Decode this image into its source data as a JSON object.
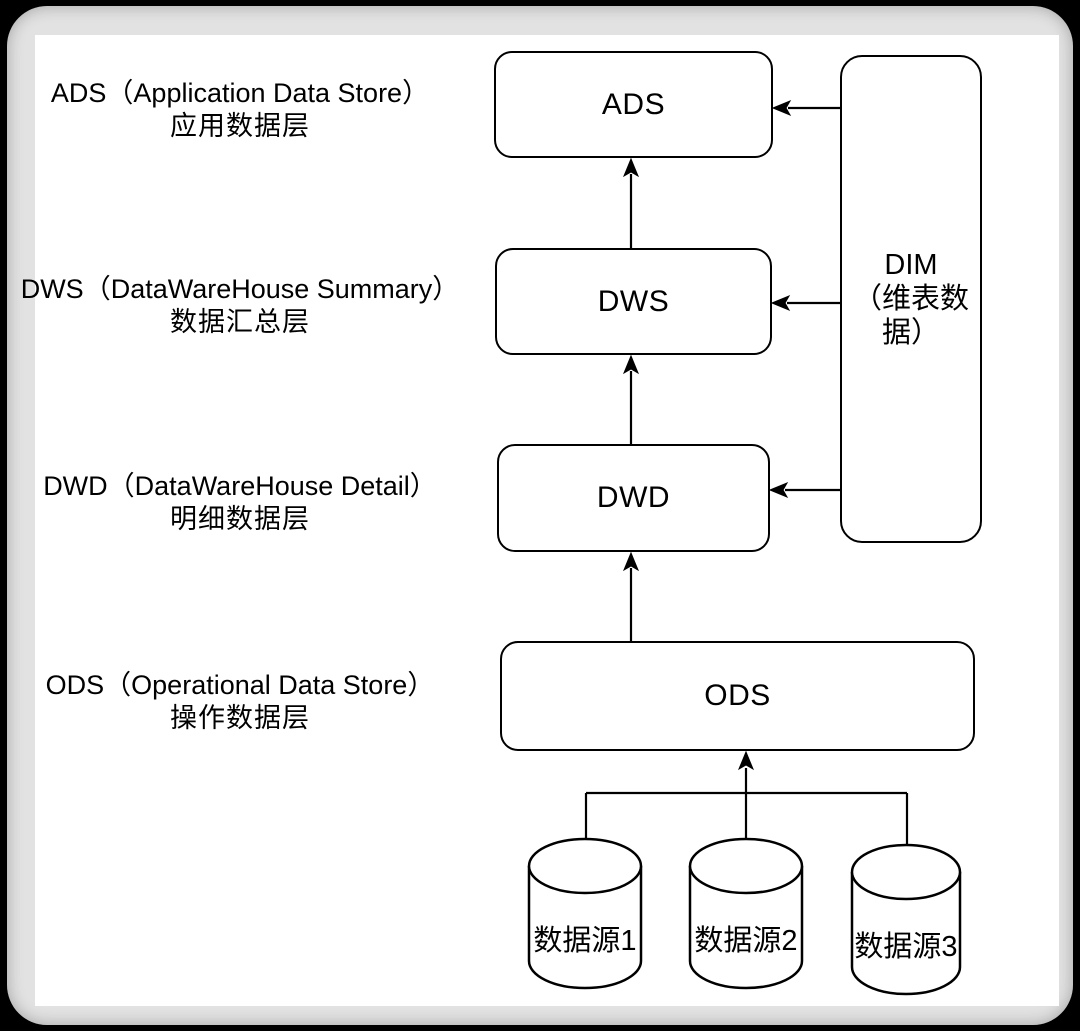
{
  "colors": {
    "page_bg": "#000000",
    "card_bg": "#e2e2e2",
    "canvas_bg": "#ffffff",
    "stroke": "#000000"
  },
  "layers": [
    {
      "box_label": "ADS",
      "full_label": "ADS（Application Data Store）",
      "cn_label": "应用数据层"
    },
    {
      "box_label": "DWS",
      "full_label": "DWS（DataWareHouse Summary）",
      "cn_label": "数据汇总层"
    },
    {
      "box_label": "DWD",
      "full_label": "DWD（DataWareHouse Detail）",
      "cn_label": "明细数据层"
    },
    {
      "box_label": "ODS",
      "full_label": "ODS（Operational Data Store）",
      "cn_label": "操作数据层"
    }
  ],
  "dim": {
    "label": "DIM（维表数据）",
    "line1": "DIM",
    "line2": "（维表数",
    "line3": "据）"
  },
  "sources": [
    {
      "label": "数据源1"
    },
    {
      "label": "数据源2"
    },
    {
      "label": "数据源3"
    }
  ]
}
